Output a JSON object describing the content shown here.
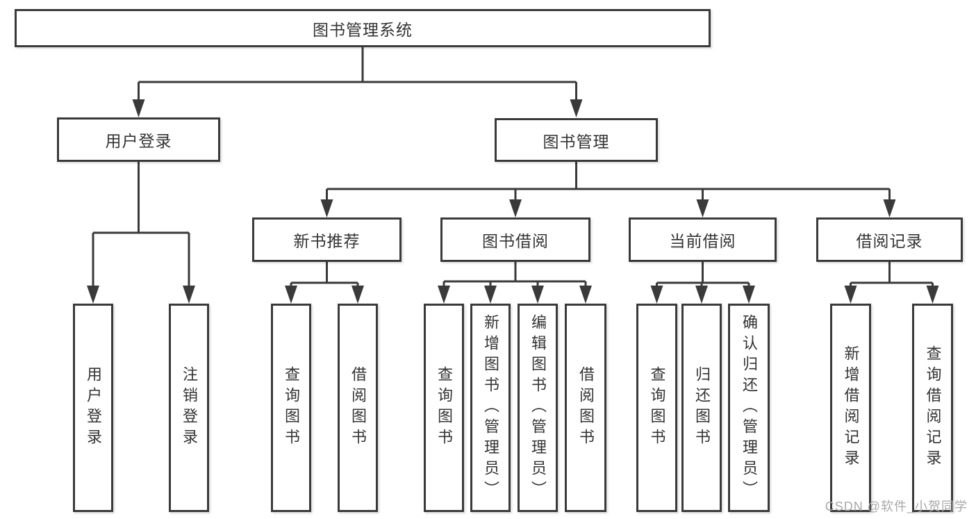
{
  "diagram_type": "functional-structure-tree",
  "tree": {
    "label": "图书管理系统",
    "children": [
      {
        "label": "用户登录",
        "children": [
          {
            "label": "用户登录"
          },
          {
            "label": "注销登录"
          }
        ]
      },
      {
        "label": "图书管理",
        "children": [
          {
            "label": "新书推荐",
            "children": [
              {
                "label": "查询图书"
              },
              {
                "label": "借阅图书"
              }
            ]
          },
          {
            "label": "图书借阅",
            "children": [
              {
                "label": "查询图书"
              },
              {
                "label": "新增图书（管理员）"
              },
              {
                "label": "编辑图书（管理员）"
              },
              {
                "label": "借阅图书"
              }
            ]
          },
          {
            "label": "当前借阅",
            "children": [
              {
                "label": "查询图书"
              },
              {
                "label": "归还图书"
              },
              {
                "label": "确认归还（管理员）"
              }
            ]
          },
          {
            "label": "借阅记录",
            "children": [
              {
                "label": "新增借阅记录"
              },
              {
                "label": "查询借阅记录"
              }
            ]
          }
        ]
      }
    ]
  },
  "watermark": "CSDN @软件_小贺同学",
  "colors": {
    "line": "#3a3a3a",
    "box_border": "#3a3a3a",
    "text": "#333333",
    "background": "#ffffff",
    "watermark": "#a9a9a9"
  }
}
